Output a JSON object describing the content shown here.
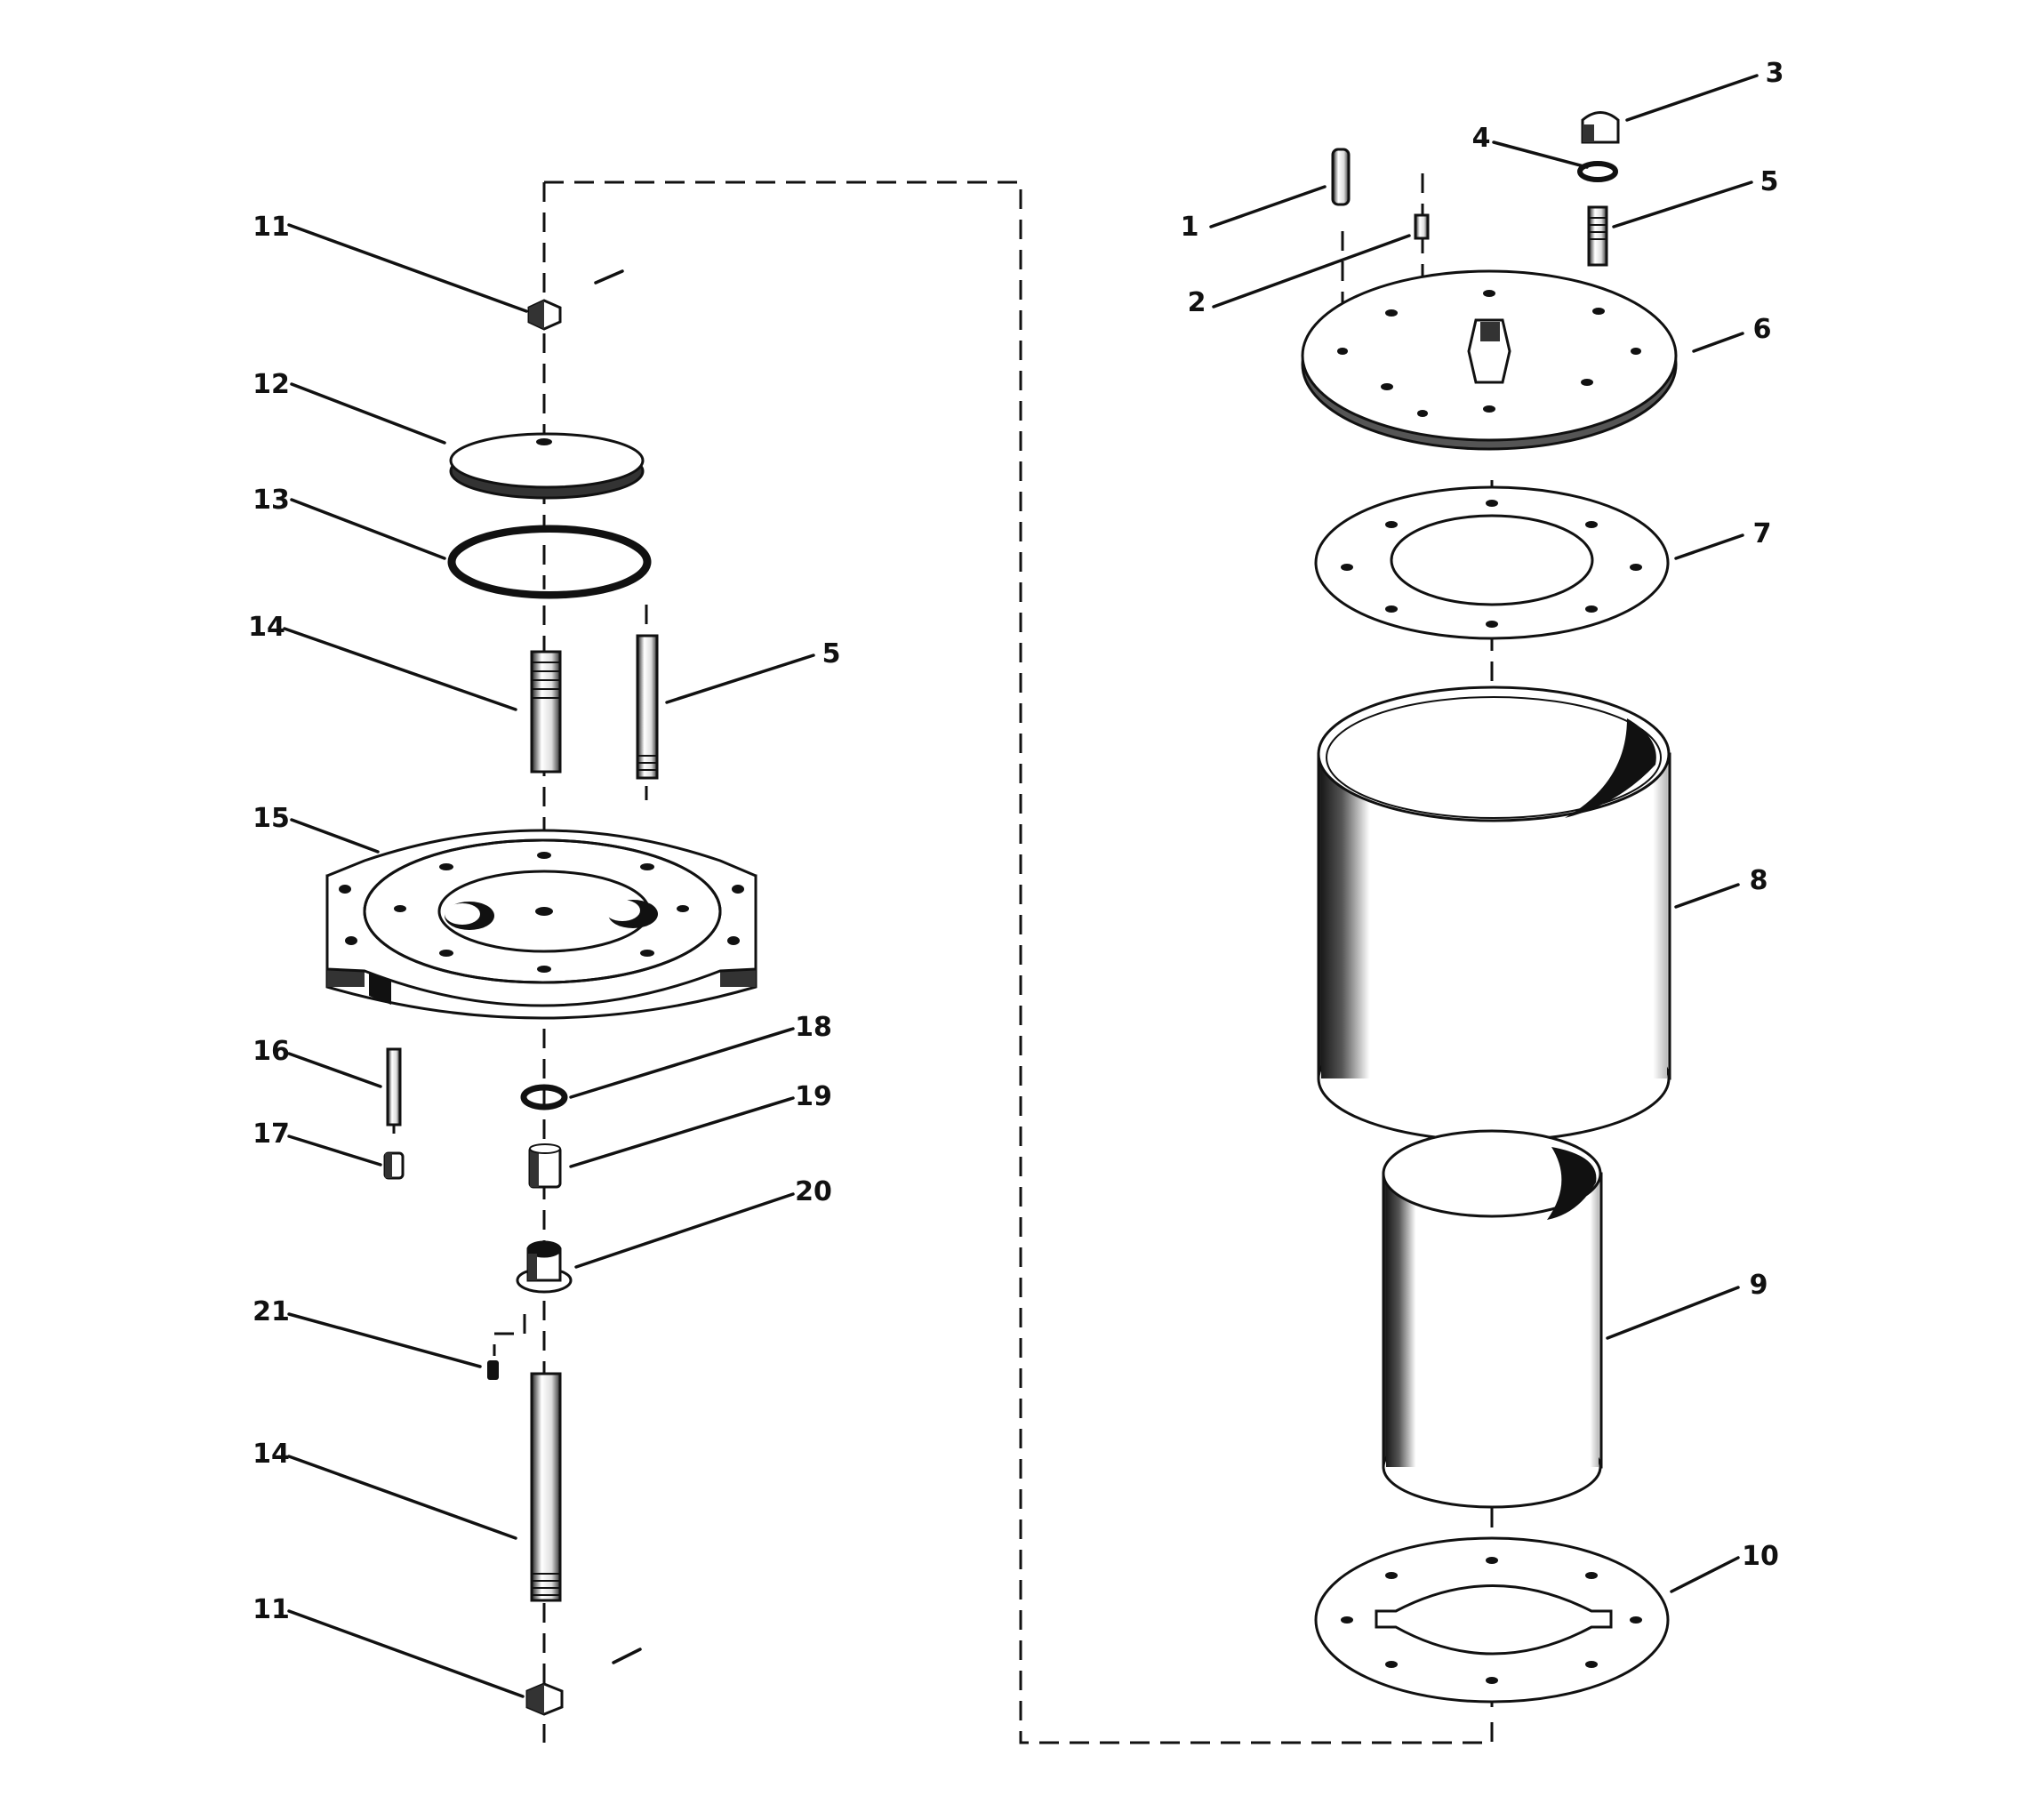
{
  "callouts": {
    "c1": "1",
    "c2": "2",
    "c3": "3",
    "c4": "4",
    "c5_right": "5",
    "c5_left": "5",
    "c6": "6",
    "c7": "7",
    "c8": "8",
    "c9": "9",
    "c10": "10",
    "c11_top": "11",
    "c11_bottom": "11",
    "c12": "12",
    "c13": "13",
    "c14_top": "14",
    "c14_bottom": "14",
    "c15": "15",
    "c16": "16",
    "c17": "17",
    "c18": "18",
    "c19": "19",
    "c20": "20",
    "c21": "21"
  },
  "colors": {
    "ink": "#111111",
    "paper": "#ffffff",
    "shade": "#2a2a2a",
    "mid": "#8a8a8a"
  }
}
